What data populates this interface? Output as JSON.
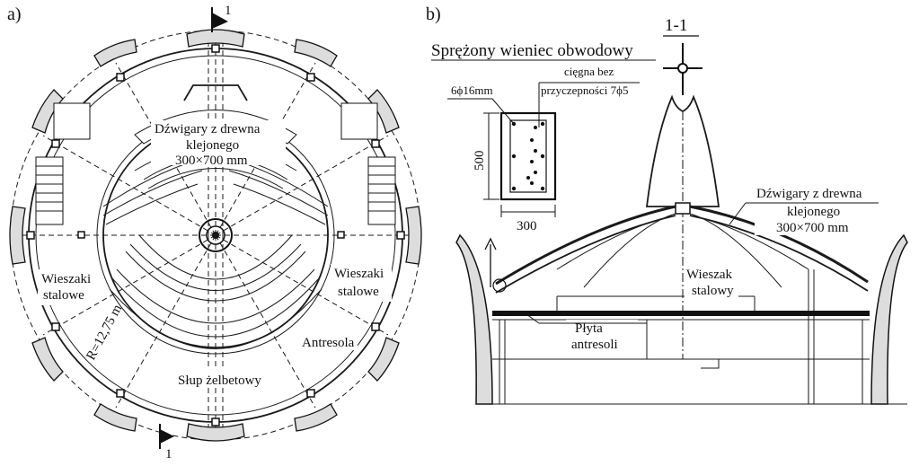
{
  "panel_a": {
    "tag": "a)",
    "section_mark_top": "1",
    "section_mark_bottom": "1",
    "beams_label_1": "Dźwigary z drewna",
    "beams_label_2": "klejonego",
    "beams_label_3": "300×700 mm",
    "hangers_left_1": "Wieszaki",
    "hangers_left_2": "stalowe",
    "hangers_right_1": "Wieszaki",
    "hangers_right_2": "stalowe",
    "radius_label": "R=12,75 m",
    "mezzanine_label": "Antresola",
    "column_label": "Słup żelbetowy"
  },
  "panel_b": {
    "tag": "b)",
    "section_title": "1-1",
    "ring_title": "Sprężony wieniec obwodowy",
    "rebar_label": "6ϕ16mm",
    "tendons_label_1": "cięgna bez",
    "tendons_label_2": "przyczepności 7ϕ5",
    "dim_height": "500",
    "dim_width": "300",
    "beams_label_1": "Dźwigary z drewna",
    "beams_label_2": "klejonego",
    "beams_label_3": "300×700 mm",
    "hanger_label_1": "Wieszak",
    "hanger_label_2": "stalowy",
    "slab_label_1": "Płyta",
    "slab_label_2": "antresoli"
  }
}
